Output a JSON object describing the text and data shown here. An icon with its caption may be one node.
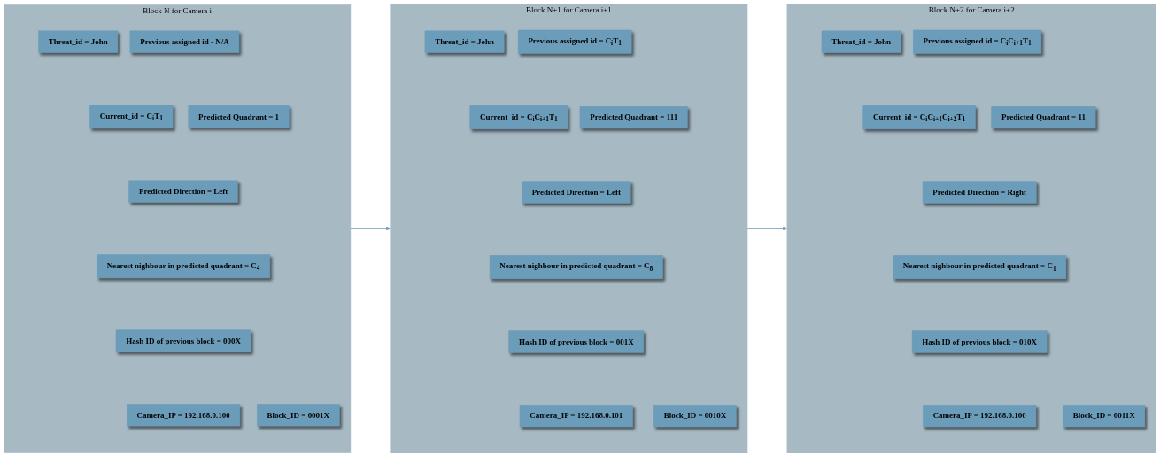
{
  "diagram": {
    "nodes": [
      {
        "text": [
          "Block N for Camera i"
        ]
      },
      {
        "text": [
          "Threat_id = John"
        ],
        "in": 0
      },
      {
        "text": [
          "Previous assigned id - N/A"
        ],
        "in": 0
      },
      {
        "text": [
          "Current_id = C$_{i}$T$_{1}$"
        ],
        "in": 0
      },
      {
        "text": [
          "Predicted Quadrant = 1"
        ],
        "in": 0
      },
      {
        "text": [
          "Predicted Direction = Left"
        ],
        "in": 0
      },
      {
        "text": [
          "Nearest nighbour in predicted quadrant = C$_{4}$"
        ],
        "in": 0
      },
      {
        "text": [
          "Hash ID of previous block = 000X"
        ],
        "in": 0
      },
      {
        "text": [
          "Camera_IP = 192.168.0.100"
        ],
        "in": 0
      },
      {
        "text": [
          "Block_ID = 0001X"
        ],
        "in": 0
      },
      {
        "text": [
          "Block N+1 for Camera i+1"
        ]
      },
      {
        "text": [
          "Threat_id = John"
        ],
        "in": 10
      },
      {
        "text": [
          "Previous assigned id = C$_{i}$T$_{1}$"
        ],
        "in": 10
      },
      {
        "text": [
          "Current_id = C$_{i}$C$_{i+1}$T$_{1}$"
        ],
        "in": 10
      },
      {
        "text": [
          "Predicted Quadrant = 111"
        ],
        "in": 10
      },
      {
        "text": [
          "Predicted Direction = Left"
        ],
        "in": 10
      },
      {
        "text": [
          "Nearest nighbour in predicted quadrant = C$_{8}$"
        ],
        "in": 10
      },
      {
        "text": [
          "Hash ID of previous block = 001X"
        ],
        "in": 10
      },
      {
        "text": [
          "Camera_IP = 192.168.0.101"
        ],
        "in": 10
      },
      {
        "text": [
          "Block_ID = 0010X"
        ],
        "in": 10
      },
      {
        "text": [
          "Block N+2 for Camera i+2"
        ]
      },
      {
        "text": [
          "Threat_id = John"
        ],
        "in": 20
      },
      {
        "text": [
          "Previous assigned id = C$_{i}$C$_{i+1}$T$_{1}$"
        ],
        "in": 20
      },
      {
        "text": [
          "Current_id = C$_{i}$C$_{i+1}$C$_{i+2}$T$_{1}$"
        ],
        "in": 20
      },
      {
        "text": [
          "Predicted Quadrant = 11"
        ],
        "in": 20
      },
      {
        "text": [
          "Predicted Direction = Right"
        ],
        "in": 20
      },
      {
        "text": [
          "Nearest nighbour in predicted quadrant = C$_{1}$"
        ],
        "in": 20
      },
      {
        "text": [
          "Hash ID of previous block = 010X"
        ],
        "in": 20
      },
      {
        "text": [
          "Camera_IP = 192.168.0.100"
        ],
        "in": 20
      },
      {
        "text": [
          "Block_ID = 0011X"
        ],
        "in": 20
      }
    ],
    "edges": [
      {
        "from": 0,
        "to": 10,
        "arrow": "to"
      },
      {
        "from": 10,
        "to": 20,
        "arrow": "to"
      }
    ]
  }
}
